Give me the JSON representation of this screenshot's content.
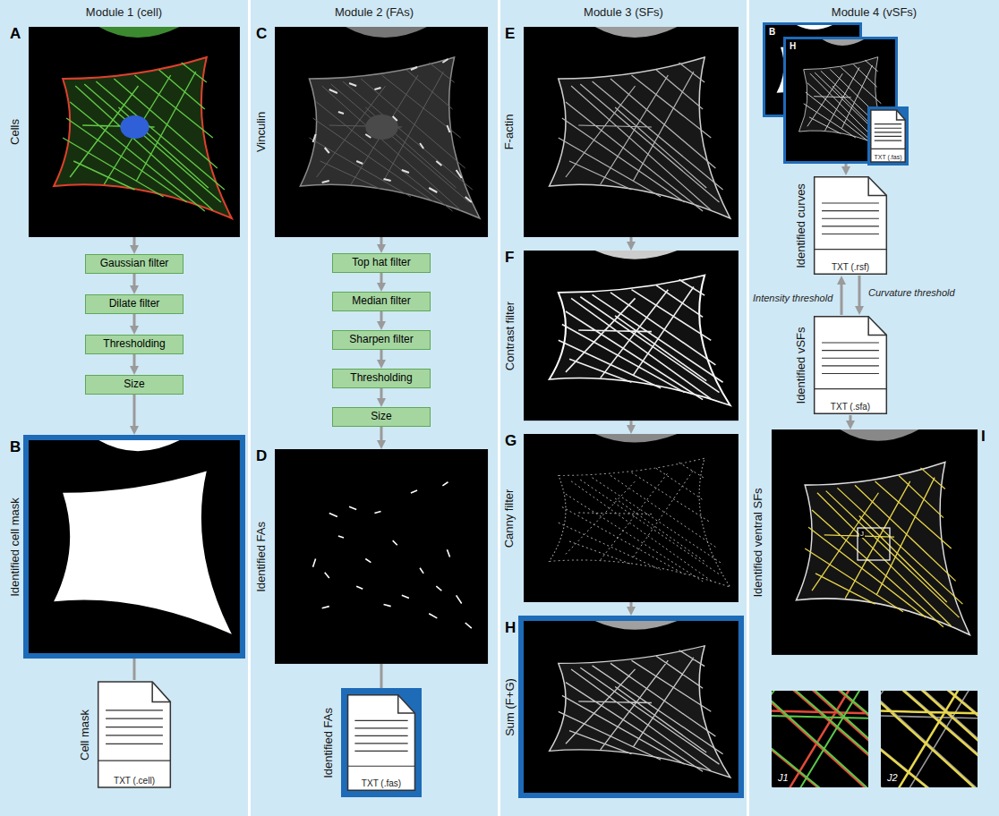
{
  "diagram": {
    "nodes": [
      {
        "text": [
          "Module 1 (cell)"
        ]
      },
      {
        "text": [
          "A",
          "Cells"
        ],
        "in": 0
      },
      {
        "text": [
          "Gaussian filter"
        ],
        "in": 0
      },
      {
        "text": [
          "Dilate filter"
        ],
        "in": 0
      },
      {
        "text": [
          "Thresholding"
        ],
        "in": 0
      },
      {
        "text": [
          "Size"
        ],
        "in": 0
      },
      {
        "text": [
          "B",
          "Identified cell mask"
        ],
        "in": 0
      },
      {
        "text": [
          "TXT (.cell)",
          "Cell mask"
        ],
        "in": 0
      },
      {
        "text": [
          "Module 2 (FAs)"
        ]
      },
      {
        "text": [
          "C",
          "Vinculin"
        ],
        "in": 8
      },
      {
        "text": [
          "Top hat filter"
        ],
        "in": 8
      },
      {
        "text": [
          "Median filter"
        ],
        "in": 8
      },
      {
        "text": [
          "Sharpen filter"
        ],
        "in": 8
      },
      {
        "text": [
          "Thresholding"
        ],
        "in": 8
      },
      {
        "text": [
          "Size"
        ],
        "in": 8
      },
      {
        "text": [
          "D",
          "Identified FAs"
        ],
        "in": 8
      },
      {
        "text": [
          "TXT (.fas)",
          "Identified FAs"
        ],
        "in": 8
      },
      {
        "text": [
          "Module 3 (SFs)"
        ]
      },
      {
        "text": [
          "E",
          "F-actin"
        ],
        "in": 17
      },
      {
        "text": [
          "F",
          "Contrast filter"
        ],
        "in": 17
      },
      {
        "text": [
          "G",
          "Canny filter"
        ],
        "in": 17
      },
      {
        "text": [
          "H",
          "Sum (F+G)"
        ],
        "in": 17
      },
      {
        "text": [
          "Module 4 (vSFs)"
        ]
      },
      {
        "text": [
          "B"
        ],
        "in": 22
      },
      {
        "text": [
          "H"
        ],
        "in": 22
      },
      {
        "text": [
          "TXT (.fas)"
        ],
        "in": 22
      },
      {
        "text": [
          "TXT (.rsf)",
          "Identified curves"
        ],
        "in": 22
      },
      {
        "text": [
          "TXT (.sfa)",
          "Identified vSFs"
        ],
        "in": 22
      },
      {
        "text": [
          "I",
          "Identified ventral SFs",
          "J"
        ],
        "in": 22
      },
      {
        "text": [
          "J1"
        ],
        "in": 22
      },
      {
        "text": [
          "J2"
        ],
        "in": 22
      }
    ],
    "edges": [
      {
        "from": 1,
        "to": 2,
        "arrow": "to"
      },
      {
        "from": 2,
        "to": 3,
        "arrow": "to"
      },
      {
        "from": 3,
        "to": 4,
        "arrow": "to"
      },
      {
        "from": 4,
        "to": 5,
        "arrow": "to"
      },
      {
        "from": 5,
        "to": 6,
        "arrow": "to"
      },
      {
        "from": 6,
        "to": 7,
        "arrow": "none"
      },
      {
        "from": 9,
        "to": 10,
        "arrow": "to"
      },
      {
        "from": 10,
        "to": 11,
        "arrow": "to"
      },
      {
        "from": 11,
        "to": 12,
        "arrow": "to"
      },
      {
        "from": 12,
        "to": 13,
        "arrow": "to"
      },
      {
        "from": 13,
        "to": 14,
        "arrow": "to"
      },
      {
        "from": 14,
        "to": 15,
        "arrow": "to"
      },
      {
        "from": 15,
        "to": 16,
        "arrow": "none"
      },
      {
        "from": 18,
        "to": 19,
        "arrow": "to"
      },
      {
        "from": 19,
        "to": 20,
        "arrow": "to"
      },
      {
        "from": 20,
        "to": 21,
        "arrow": "to"
      },
      {
        "from": 24,
        "to": 26,
        "arrow": "to"
      },
      {
        "from": 27,
        "to": 26,
        "label": "Intensity threshold",
        "arrow": "to"
      },
      {
        "from": 26,
        "to": 27,
        "label": "Curvature threshold",
        "arrow": "to"
      },
      {
        "from": 27,
        "to": 28,
        "arrow": "to"
      }
    ]
  }
}
